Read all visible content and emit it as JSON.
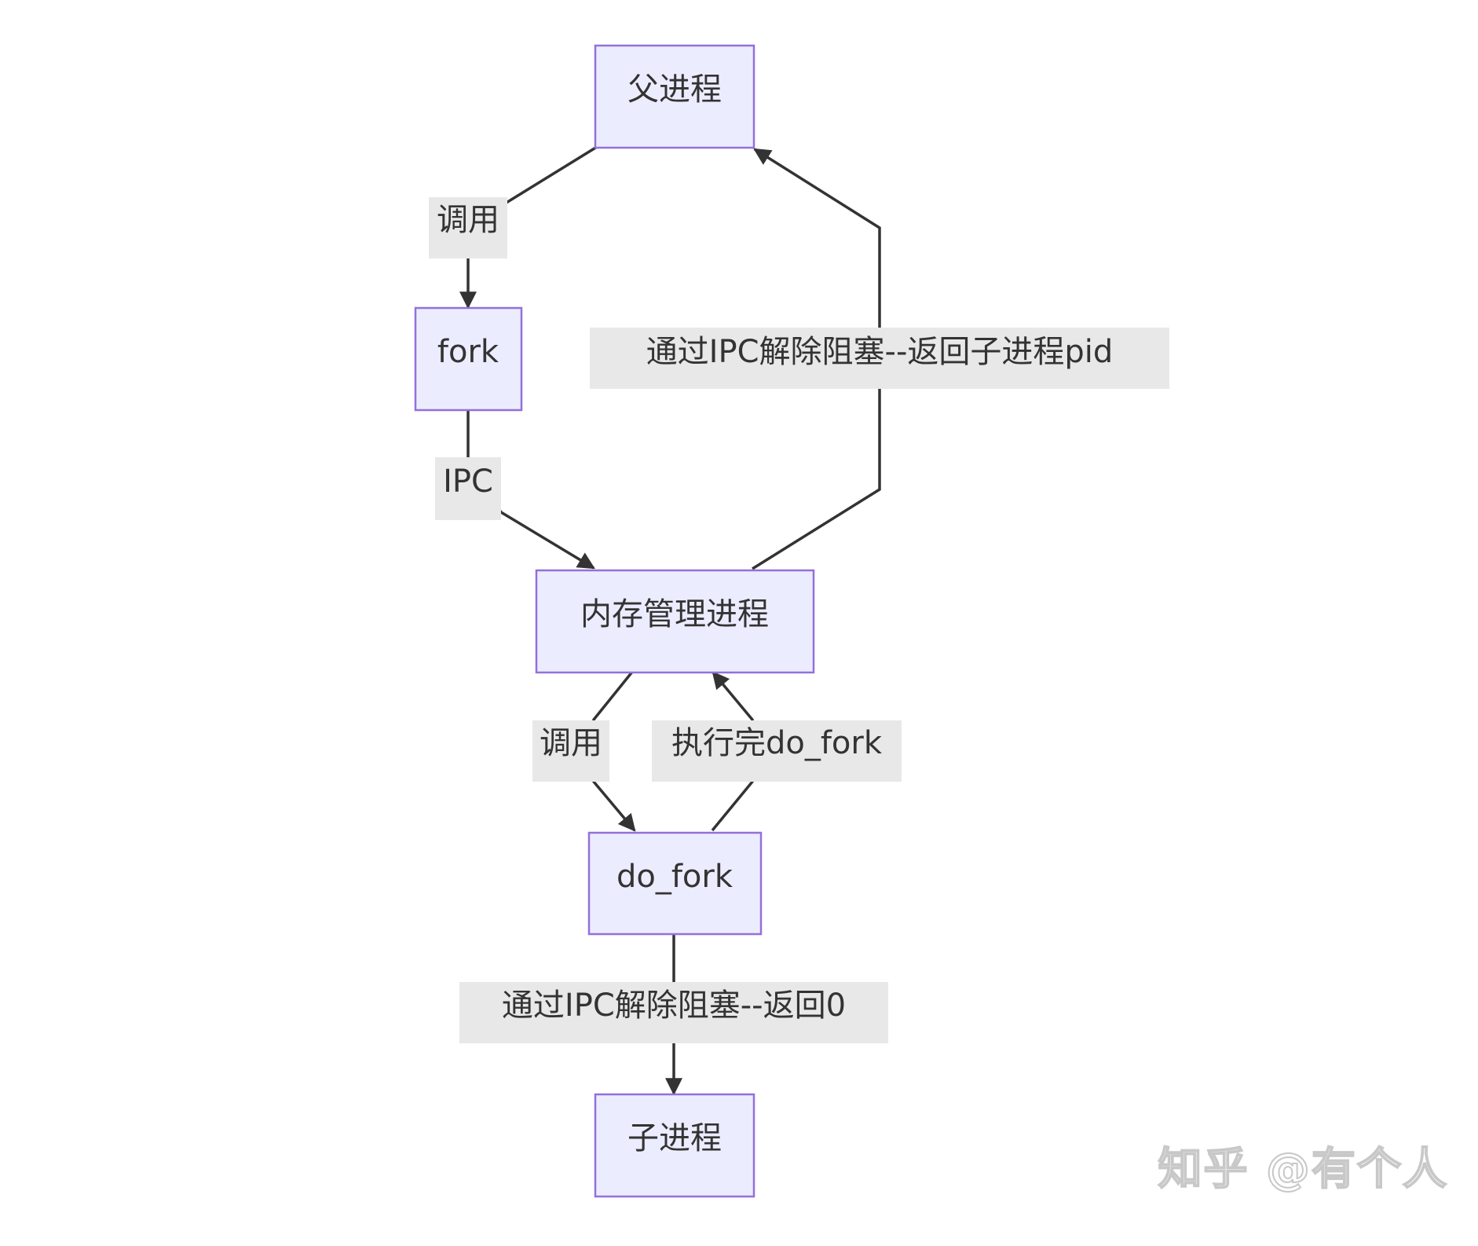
{
  "nodes": {
    "parent": "父进程",
    "fork": "fork",
    "mm": "内存管理进程",
    "dofork": "do_fork",
    "child": "子进程"
  },
  "edges": {
    "parent_to_fork": "调用",
    "fork_to_mm": "IPC",
    "mm_to_parent": "通过IPC解除阻塞--返回子进程pid",
    "mm_to_dofork": "调用",
    "dofork_to_mm": "执行完do_fork",
    "dofork_to_child": "通过IPC解除阻塞--返回0"
  },
  "watermark": "知乎 @有个人",
  "colors": {
    "node_fill": "#ececff",
    "node_border": "#9370db",
    "edge": "#333333",
    "label_bg": "#e8e8e8",
    "text": "#333333"
  }
}
